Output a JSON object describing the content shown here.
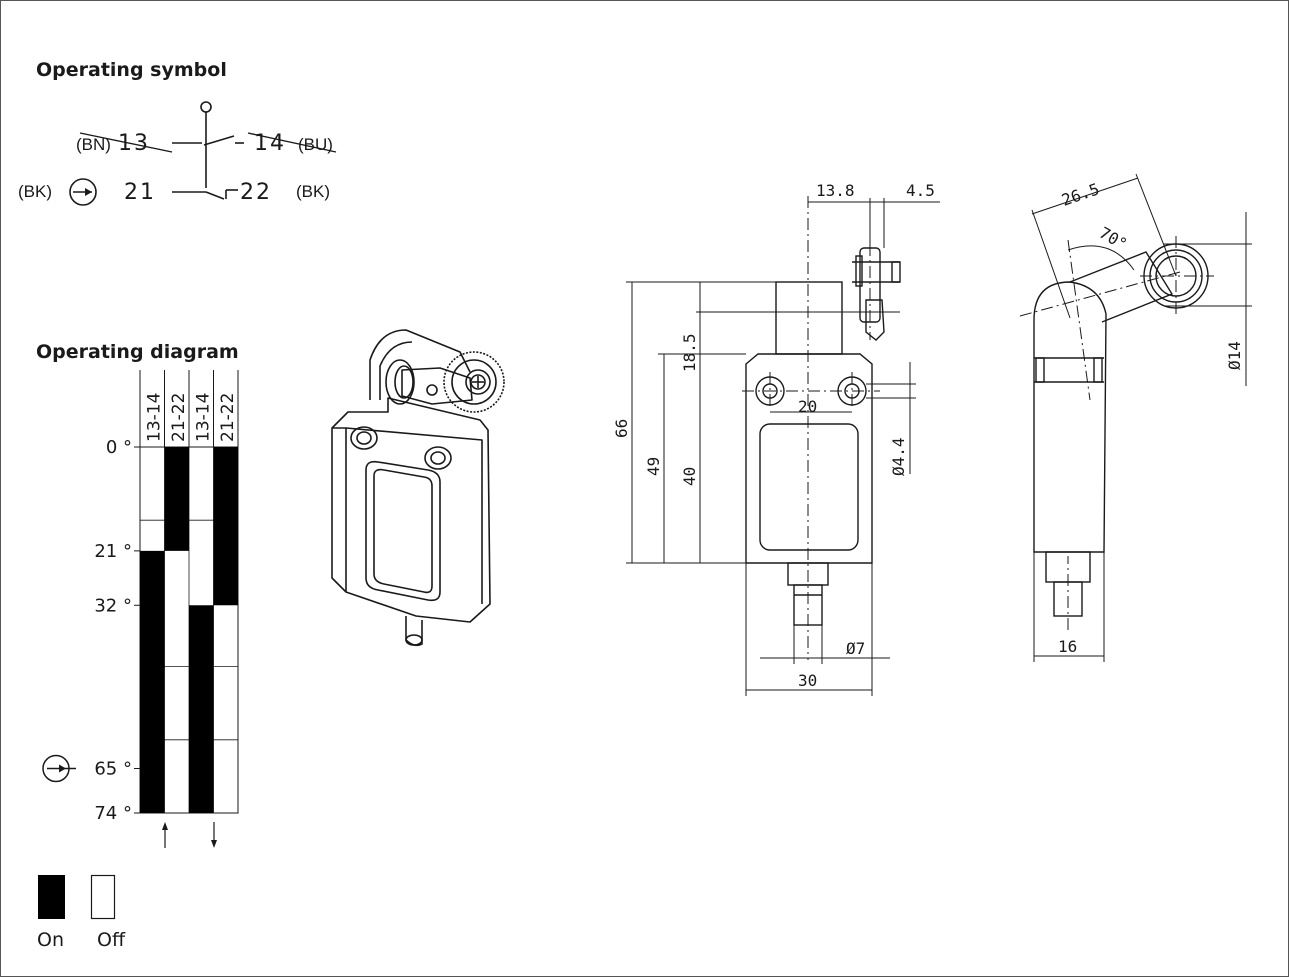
{
  "operating_symbol": {
    "title": "Operating symbol",
    "no_contact": {
      "left_wire": "(BN)",
      "left_terminal": "13",
      "right_terminal": "14",
      "right_wire": "(BU)",
      "crossed_out": true
    },
    "nc_contact": {
      "left_wire": "(BK)",
      "left_terminal": "21",
      "right_terminal": "22",
      "right_wire": "(BK)",
      "positive_opening": true
    }
  },
  "operating_diagram": {
    "title": "Operating diagram",
    "columns": [
      "13-14",
      "21-22",
      "13-14",
      "21-22"
    ],
    "angles": [
      {
        "label": "0 °",
        "value": 0
      },
      {
        "label": "21 °",
        "value": 21
      },
      {
        "label": "32 °",
        "value": 32
      },
      {
        "label": "65 °",
        "value": 65,
        "positive_opening": true
      },
      {
        "label": "74 °",
        "value": 74
      }
    ],
    "states": [
      {
        "column": "13-14",
        "direction": "actuating",
        "on_from": 21,
        "on_to": 74
      },
      {
        "column": "21-22",
        "direction": "actuating",
        "on_from": 0,
        "on_to": 21
      },
      {
        "column": "13-14",
        "direction": "returning",
        "on_from": 32,
        "on_to": 74
      },
      {
        "column": "21-22",
        "direction": "returning",
        "on_from": 0,
        "on_to": 32
      }
    ],
    "arrows": [
      "up",
      "down"
    ],
    "legend": [
      {
        "label": "On",
        "color": "#000000"
      },
      {
        "label": "Off",
        "color": "#ffffff"
      }
    ]
  },
  "dimensions": {
    "front": {
      "d13_8": "13.8",
      "d4_5": "4.5",
      "d18_5": "18.5",
      "d66": "66",
      "d49": "49",
      "d40": "40",
      "d20": "20",
      "d4_4": "Ø4.4",
      "d7": "Ø7",
      "d30": "30"
    },
    "side": {
      "d26_5": "26.5",
      "d70": "70°",
      "d14": "Ø14",
      "d16": "16"
    }
  }
}
